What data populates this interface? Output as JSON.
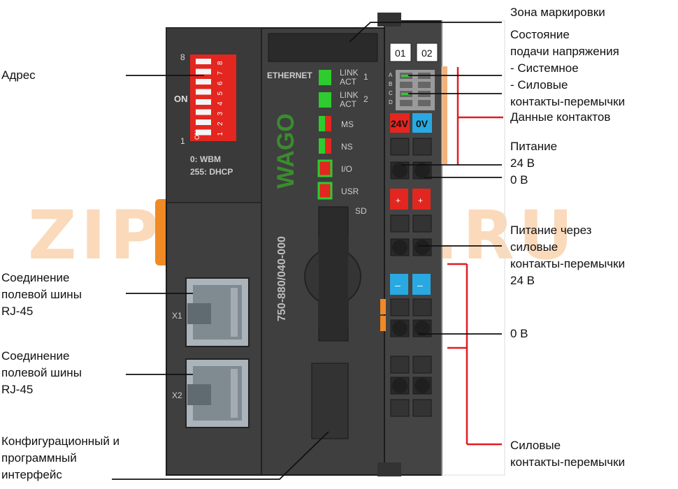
{
  "labels": {
    "address": "Адрес",
    "fieldbus1": [
      "Соединение",
      "полевой шины",
      "RJ-45"
    ],
    "fieldbus2": [
      "Соединение",
      "полевой шины",
      "RJ-45"
    ],
    "config": [
      "Конфигурационный и",
      "программный",
      "интерфейс"
    ],
    "marking": "Зона маркировки",
    "status": [
      "Состояние",
      "подачи напряжения",
      "- Системное",
      "- Силовые",
      "контакты-перемычки"
    ],
    "data_contacts": "Данные контактов",
    "supply": [
      "Питание",
      "24 В",
      "0 В"
    ],
    "power_jumper_supply": [
      "Питание через",
      "силовые",
      "контакты-перемычки",
      "24 В"
    ],
    "zero_v": "0 В",
    "power_jumpers": [
      "Силовые",
      "контакты-перемычки"
    ]
  },
  "device": {
    "dip_top": "8",
    "dip_on": "ON",
    "dip_bottom": "1",
    "dip_numbers": [
      "8",
      "7",
      "6",
      "5",
      "4",
      "3",
      "2",
      "1"
    ],
    "dip_on_small": "ON",
    "mode_wbm": "0: WBM",
    "mode_dhcp": "255: DHCP",
    "ethernet": "ETHERNET",
    "led_link1_a": "LINK",
    "led_link1_b": "ACT",
    "led_link1_n": "1",
    "led_link2_a": "LINK",
    "led_link2_b": "ACT",
    "led_link2_n": "2",
    "led_ms": "MS",
    "led_ns": "NS",
    "led_io": "I/O",
    "led_usr": "USR",
    "sd": "SD",
    "brand": "WAGO",
    "model": "750-880/040-000",
    "port_x1": "X1",
    "port_x2": "X2",
    "tag_01": "01",
    "tag_02": "02",
    "abcd": [
      "A",
      "B",
      "C",
      "D"
    ],
    "term_24v": "24V",
    "term_0v": "0V",
    "plus": "+",
    "minus": "–"
  },
  "watermark": "ZIPSTORE.RU",
  "colors": {
    "housing": "#3c3c3c",
    "dip_red": "#e3261f",
    "led_green": "#2ecc2e",
    "accent_red": "#e11b22",
    "terminal_blue": "#29a9e1",
    "orange": "#f08a24"
  }
}
